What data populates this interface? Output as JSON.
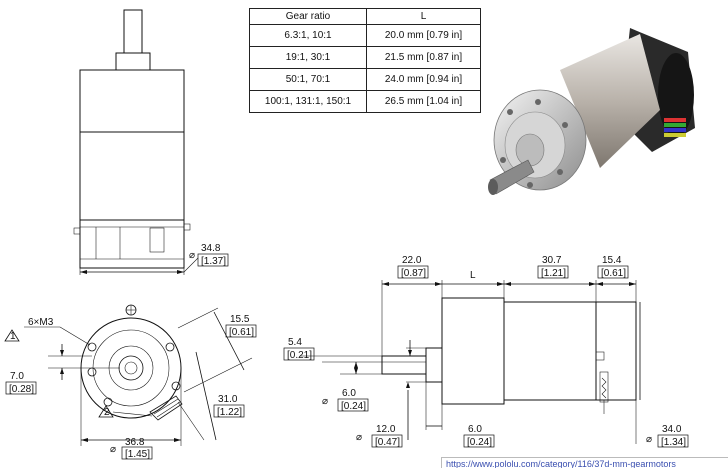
{
  "gear_table": {
    "headers": [
      "Gear ratio",
      "L"
    ],
    "rows": [
      [
        "6.3:1, 10:1",
        "20.0 mm [0.79 in]"
      ],
      [
        "19:1, 30:1",
        "21.5 mm [0.87 in]"
      ],
      [
        "50:1, 70:1",
        "24.0 mm [0.94 in]"
      ],
      [
        "100:1, 131:1, 150:1",
        "26.5 mm [1.04 in]"
      ]
    ]
  },
  "dimensions": {
    "top_view_diameter": {
      "mm": "34.8",
      "in": "[1.37]"
    },
    "front_m3": "6×M3",
    "front_note1": "1",
    "front_note2": "2",
    "front_offset": {
      "mm": "7.0",
      "in": "[0.28]"
    },
    "front_bolt_diameter": {
      "mm": "36.8",
      "in": "[1.45]"
    },
    "front_diag_a": {
      "mm": "15.5",
      "in": "[0.61]"
    },
    "front_diag_b": {
      "mm": "31.0",
      "in": "[1.22]"
    },
    "side_shaft_len": {
      "mm": "22.0",
      "in": "[0.87]"
    },
    "side_L": "L",
    "side_motor_len": {
      "mm": "30.7",
      "in": "[1.21]"
    },
    "side_encoder_len": {
      "mm": "15.4",
      "in": "[0.61]"
    },
    "side_flat": {
      "mm": "5.4",
      "in": "[0.21]"
    },
    "side_shaft_d": {
      "mm": "6.0",
      "in": "[0.24]"
    },
    "side_hub_d": {
      "mm": "12.0",
      "in": "[0.47]"
    },
    "side_hub_len": {
      "mm": "6.0",
      "in": "[0.24]"
    },
    "side_body_d": {
      "mm": "34.0",
      "in": "[1.34]"
    },
    "diameter_symbol": "⌀"
  },
  "url": "https://www.pololu.com/category/116/37d-mm-gearmotors"
}
